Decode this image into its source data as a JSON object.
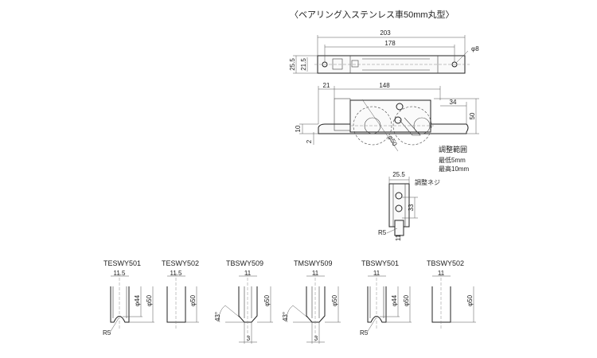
{
  "title": "〈ベアリング入ステンレス車50mm丸型〉",
  "top_view": {
    "dim_total": "203",
    "dim_holes": "178",
    "dim_hole_dia": "φ8",
    "dim_height_outer": "25.5",
    "dim_height_inner": "21.5"
  },
  "side_view": {
    "dim_offset": "21",
    "dim_length": "148",
    "dim_right": "34",
    "dim_height": "50",
    "dim_plate": "10",
    "dim_gap": "2",
    "dim_wheel": "φ50"
  },
  "adjust_note": [
    "調整範囲",
    "最低5mm",
    "最高10mm"
  ],
  "front_view": {
    "dim_width": "25.5",
    "screw_label": "調整ネジ",
    "dim_screw": "33",
    "dim_radius": "R5",
    "dim_wheel_width": "11"
  },
  "profiles": [
    {
      "model": "TESWY501",
      "width": "11.5",
      "inner": "φ44",
      "outer": "φ50",
      "radius": "R5"
    },
    {
      "model": "TESWY502",
      "width": "11.5",
      "outer": "φ50"
    },
    {
      "model": "TBSWY509",
      "width": "11",
      "outer": "φ50",
      "angle": "43°",
      "tip": "3"
    },
    {
      "model": "TMSWY509",
      "width": "11",
      "outer": "φ50",
      "angle": "43°",
      "tip": "3"
    },
    {
      "model": "TBSWY501",
      "width": "11",
      "inner": "φ44",
      "outer": "φ50",
      "radius": "R5"
    },
    {
      "model": "TBSWY502",
      "width": "11",
      "outer": "φ50"
    }
  ]
}
